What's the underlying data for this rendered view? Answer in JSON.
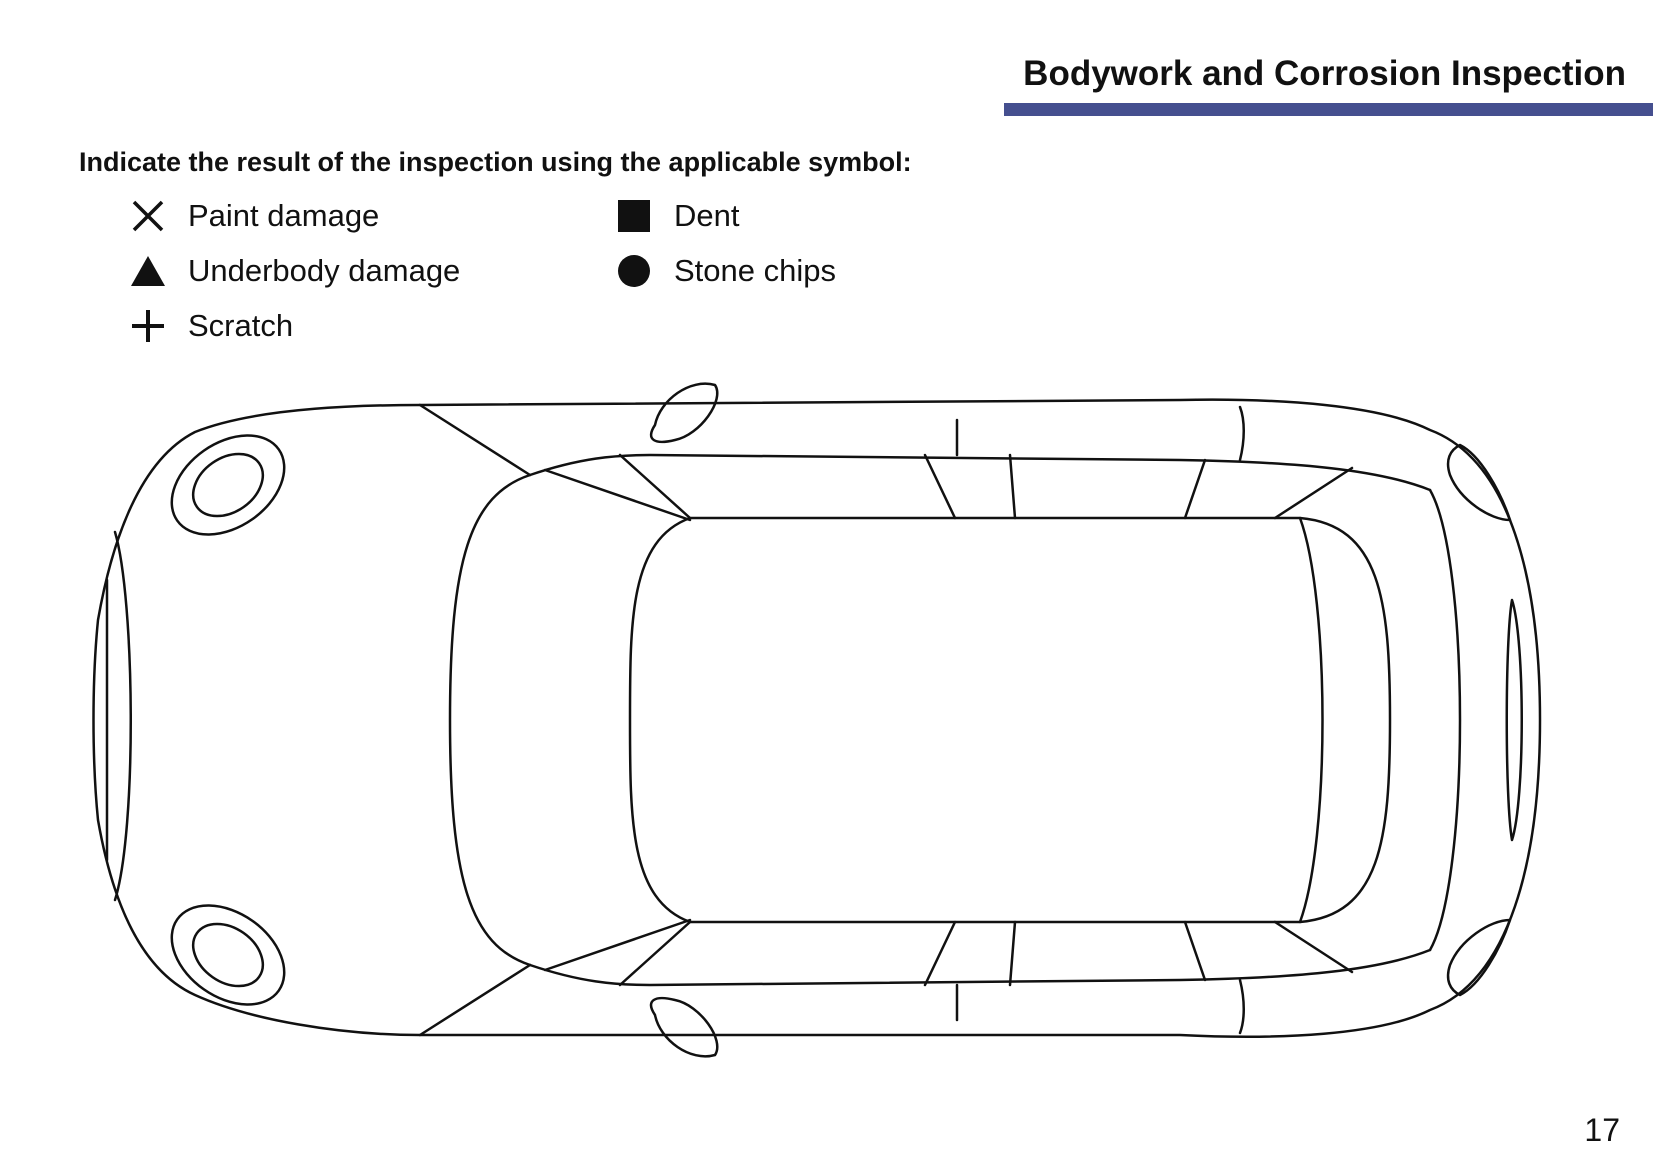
{
  "header": {
    "title": "Bodywork and Corrosion Inspection",
    "rule_color": "#454f8f"
  },
  "instruction": "Indicate the result of the inspection using the applicable symbol:",
  "legend": {
    "items": [
      {
        "symbol": "x-mark-icon",
        "label": "Paint damage"
      },
      {
        "symbol": "triangle-icon",
        "label": "Underbody damage"
      },
      {
        "symbol": "plus-icon",
        "label": "Scratch"
      },
      {
        "symbol": "square-icon",
        "label": "Dent"
      },
      {
        "symbol": "circle-icon",
        "label": "Stone chips"
      }
    ]
  },
  "diagram": {
    "subject": "car-top-view-outline"
  },
  "footer": {
    "page_number": "17"
  }
}
